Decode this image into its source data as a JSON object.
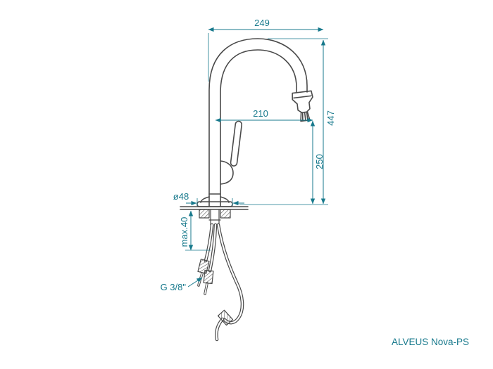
{
  "drawing": {
    "brand_label": "ALVEUS Nova-PS",
    "dimensions": {
      "spout_reach": "249",
      "total_height": "447",
      "spout_horizontal": "210",
      "spout_height": "250",
      "base_diameter": "ø48",
      "max_deck_thickness": "max.40",
      "connection_thread": "G 3/8\""
    },
    "colors": {
      "dimension": "#17798c",
      "line": "#4a4a4a"
    }
  }
}
